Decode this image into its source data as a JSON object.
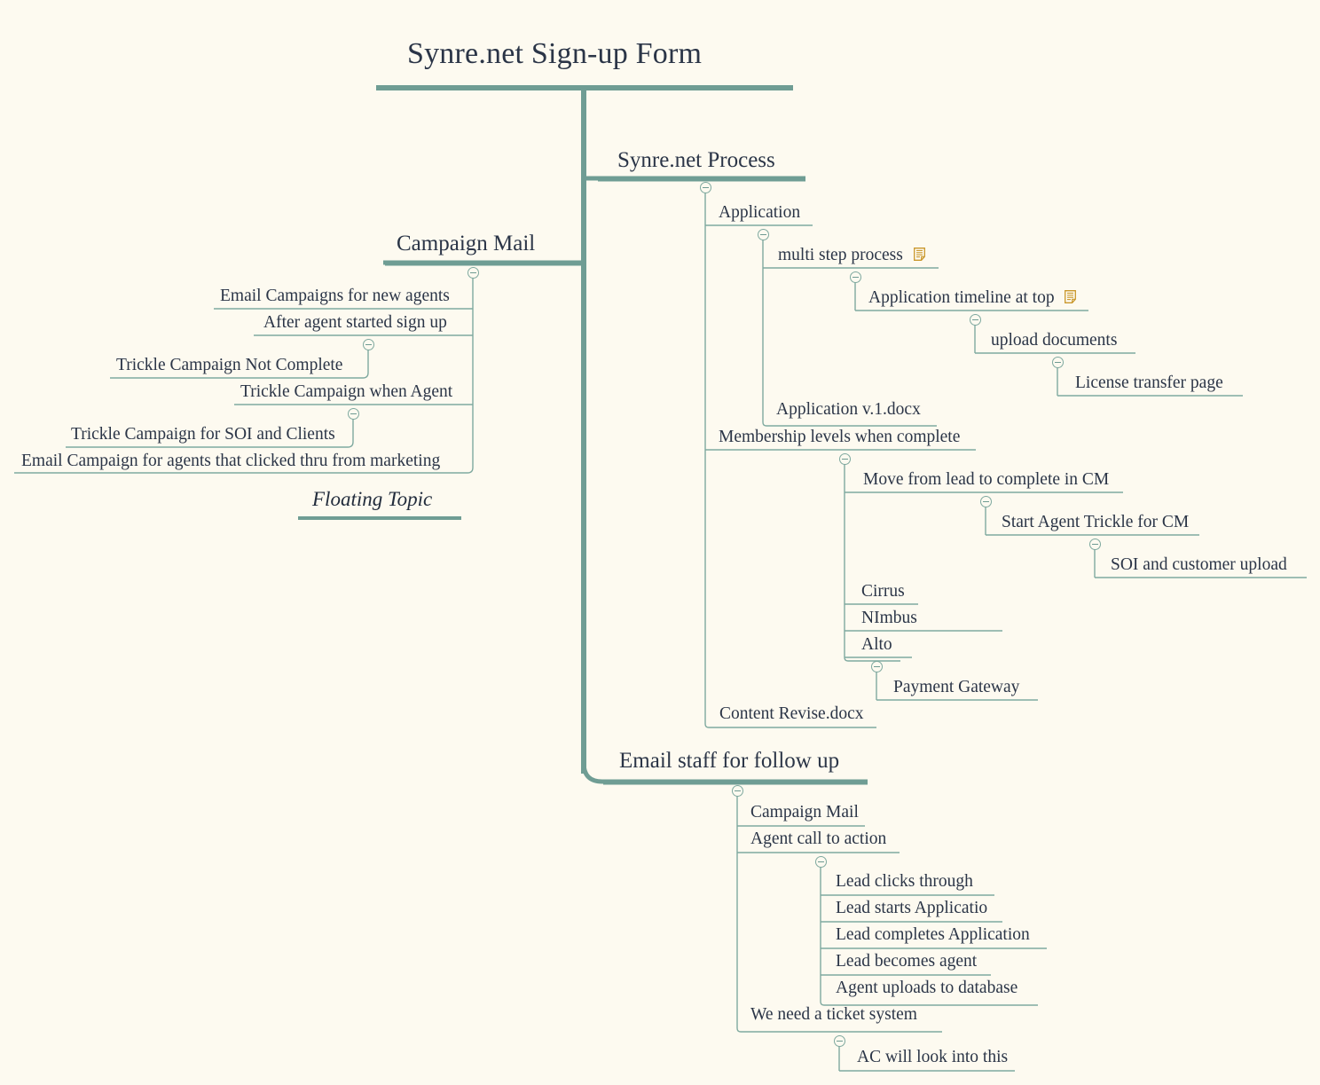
{
  "document": {
    "title": "Synre.net Sign-up Form",
    "type": "mind-map"
  },
  "theme": {
    "background": "#FDFAF0",
    "text": "#2b3547",
    "trunk": "#6F9D94",
    "branch_underline": "#6F9D94",
    "leaf_underline": "#7FA99F",
    "note_icon": "#C9972B",
    "toggle_stroke": "#7FA99F"
  },
  "icons": {
    "note": "note-icon",
    "collapse": "collapse-toggle-icon"
  },
  "root": {
    "label": "Synre.net Sign-up Form"
  },
  "branches": [
    {
      "id": "campaign-mail",
      "label": "Campaign Mail",
      "side": "left",
      "children": [
        {
          "label": "Email Campaigns for new agents",
          "note": false
        },
        {
          "label": "After agent started sign up",
          "note": false,
          "children": [
            {
              "label": "Trickle Campaign Not Complete",
              "note": false
            }
          ]
        },
        {
          "label": "Trickle Campaign when Agent",
          "note": false,
          "children": [
            {
              "label": "Trickle Campaign for SOI and Clients",
              "note": false
            }
          ]
        },
        {
          "label": "Email Campaign for agents that clicked thru from marketing",
          "note": false
        }
      ]
    },
    {
      "id": "synre-net-process",
      "label": "Synre.net Process",
      "side": "right",
      "children": [
        {
          "label": "Application",
          "note": false,
          "children": [
            {
              "label": "multi step process",
              "note": true,
              "children": [
                {
                  "label": "Application timeline at top",
                  "note": true,
                  "children": [
                    {
                      "label": "upload documents",
                      "note": false,
                      "children": [
                        {
                          "label": "License transfer page",
                          "note": false
                        }
                      ]
                    }
                  ]
                }
              ]
            },
            {
              "label": "Application v.1.docx",
              "note": false
            }
          ]
        },
        {
          "label": "Membership levels when complete",
          "note": false,
          "children": [
            {
              "label": "Move from lead to complete in CM",
              "note": false,
              "children": [
                {
                  "label": "Start Agent Trickle for CM",
                  "note": false,
                  "children": [
                    {
                      "label": "SOI and customer upload",
                      "note": false
                    }
                  ]
                }
              ]
            },
            {
              "label": "Cirrus",
              "note": false
            },
            {
              "label": "NImbus",
              "note": false
            },
            {
              "label": "Alto",
              "note": false,
              "children": [
                {
                  "label": "Payment Gateway",
                  "note": false
                }
              ]
            }
          ]
        },
        {
          "label": "Content Revise.docx",
          "note": false
        }
      ]
    },
    {
      "id": "email-staff-follow-up",
      "label": "Email staff for follow up",
      "side": "right",
      "children": [
        {
          "label": "Campaign Mail",
          "note": false
        },
        {
          "label": "Agent call to action",
          "note": false,
          "children": [
            {
              "label": "Lead clicks through",
              "note": false
            },
            {
              "label": "Lead starts Applicatio",
              "note": false
            },
            {
              "label": "Lead completes Application",
              "note": false
            },
            {
              "label": "Lead becomes agent",
              "note": false
            },
            {
              "label": "Agent uploads to database",
              "note": false
            }
          ]
        },
        {
          "label": "We need a ticket system",
          "note": false,
          "children": [
            {
              "label": "AC will look into this",
              "note": false
            }
          ]
        }
      ]
    }
  ],
  "floating_topics": [
    {
      "label": "Floating Topic"
    }
  ],
  "nodes": {
    "root_label": "Synre.net Sign-up Form",
    "campaign_mail": "Campaign Mail",
    "synre_process": "Synre.net Process",
    "email_staff": "Email staff for follow up",
    "floating_topic": "Floating Topic",
    "l_email_campaigns_new_agents": "Email Campaigns for new agents",
    "l_after_agent_started": "After agent started sign up",
    "l_trickle_not_complete": "Trickle Campaign Not Complete",
    "l_trickle_when_agent": "Trickle Campaign when Agent",
    "l_trickle_soi_clients": "Trickle Campaign for SOI and Clients",
    "l_email_campaign_clicked_thru": "Email Campaign for agents that clicked thru from marketing",
    "r_application": "Application",
    "r_multi_step": "multi step process",
    "r_app_timeline": "Application timeline at top",
    "r_upload_documents": "upload documents",
    "r_license_transfer": "License transfer page",
    "r_application_v1": "Application v.1.docx",
    "r_membership_levels": "Membership levels when complete",
    "r_move_lead_cm": "Move from lead to complete in CM",
    "r_start_agent_trickle": "Start Agent Trickle for CM",
    "r_soi_customer_upload": "SOI and customer upload",
    "r_cirrus": "Cirrus",
    "r_nimbus": "NImbus",
    "r_alto": "Alto",
    "r_payment_gateway": "Payment Gateway",
    "r_content_revise": "Content Revise.docx",
    "e_campaign_mail": "Campaign Mail",
    "e_agent_call_action": "Agent call to action",
    "e_lead_clicks": "Lead clicks through",
    "e_lead_starts": "Lead starts Applicatio",
    "e_lead_completes": "Lead completes Application",
    "e_lead_becomes": "Lead becomes agent",
    "e_agent_uploads": "Agent uploads to database",
    "e_ticket_system": "We need a ticket system",
    "e_ac_look_into": "AC will look into this"
  }
}
